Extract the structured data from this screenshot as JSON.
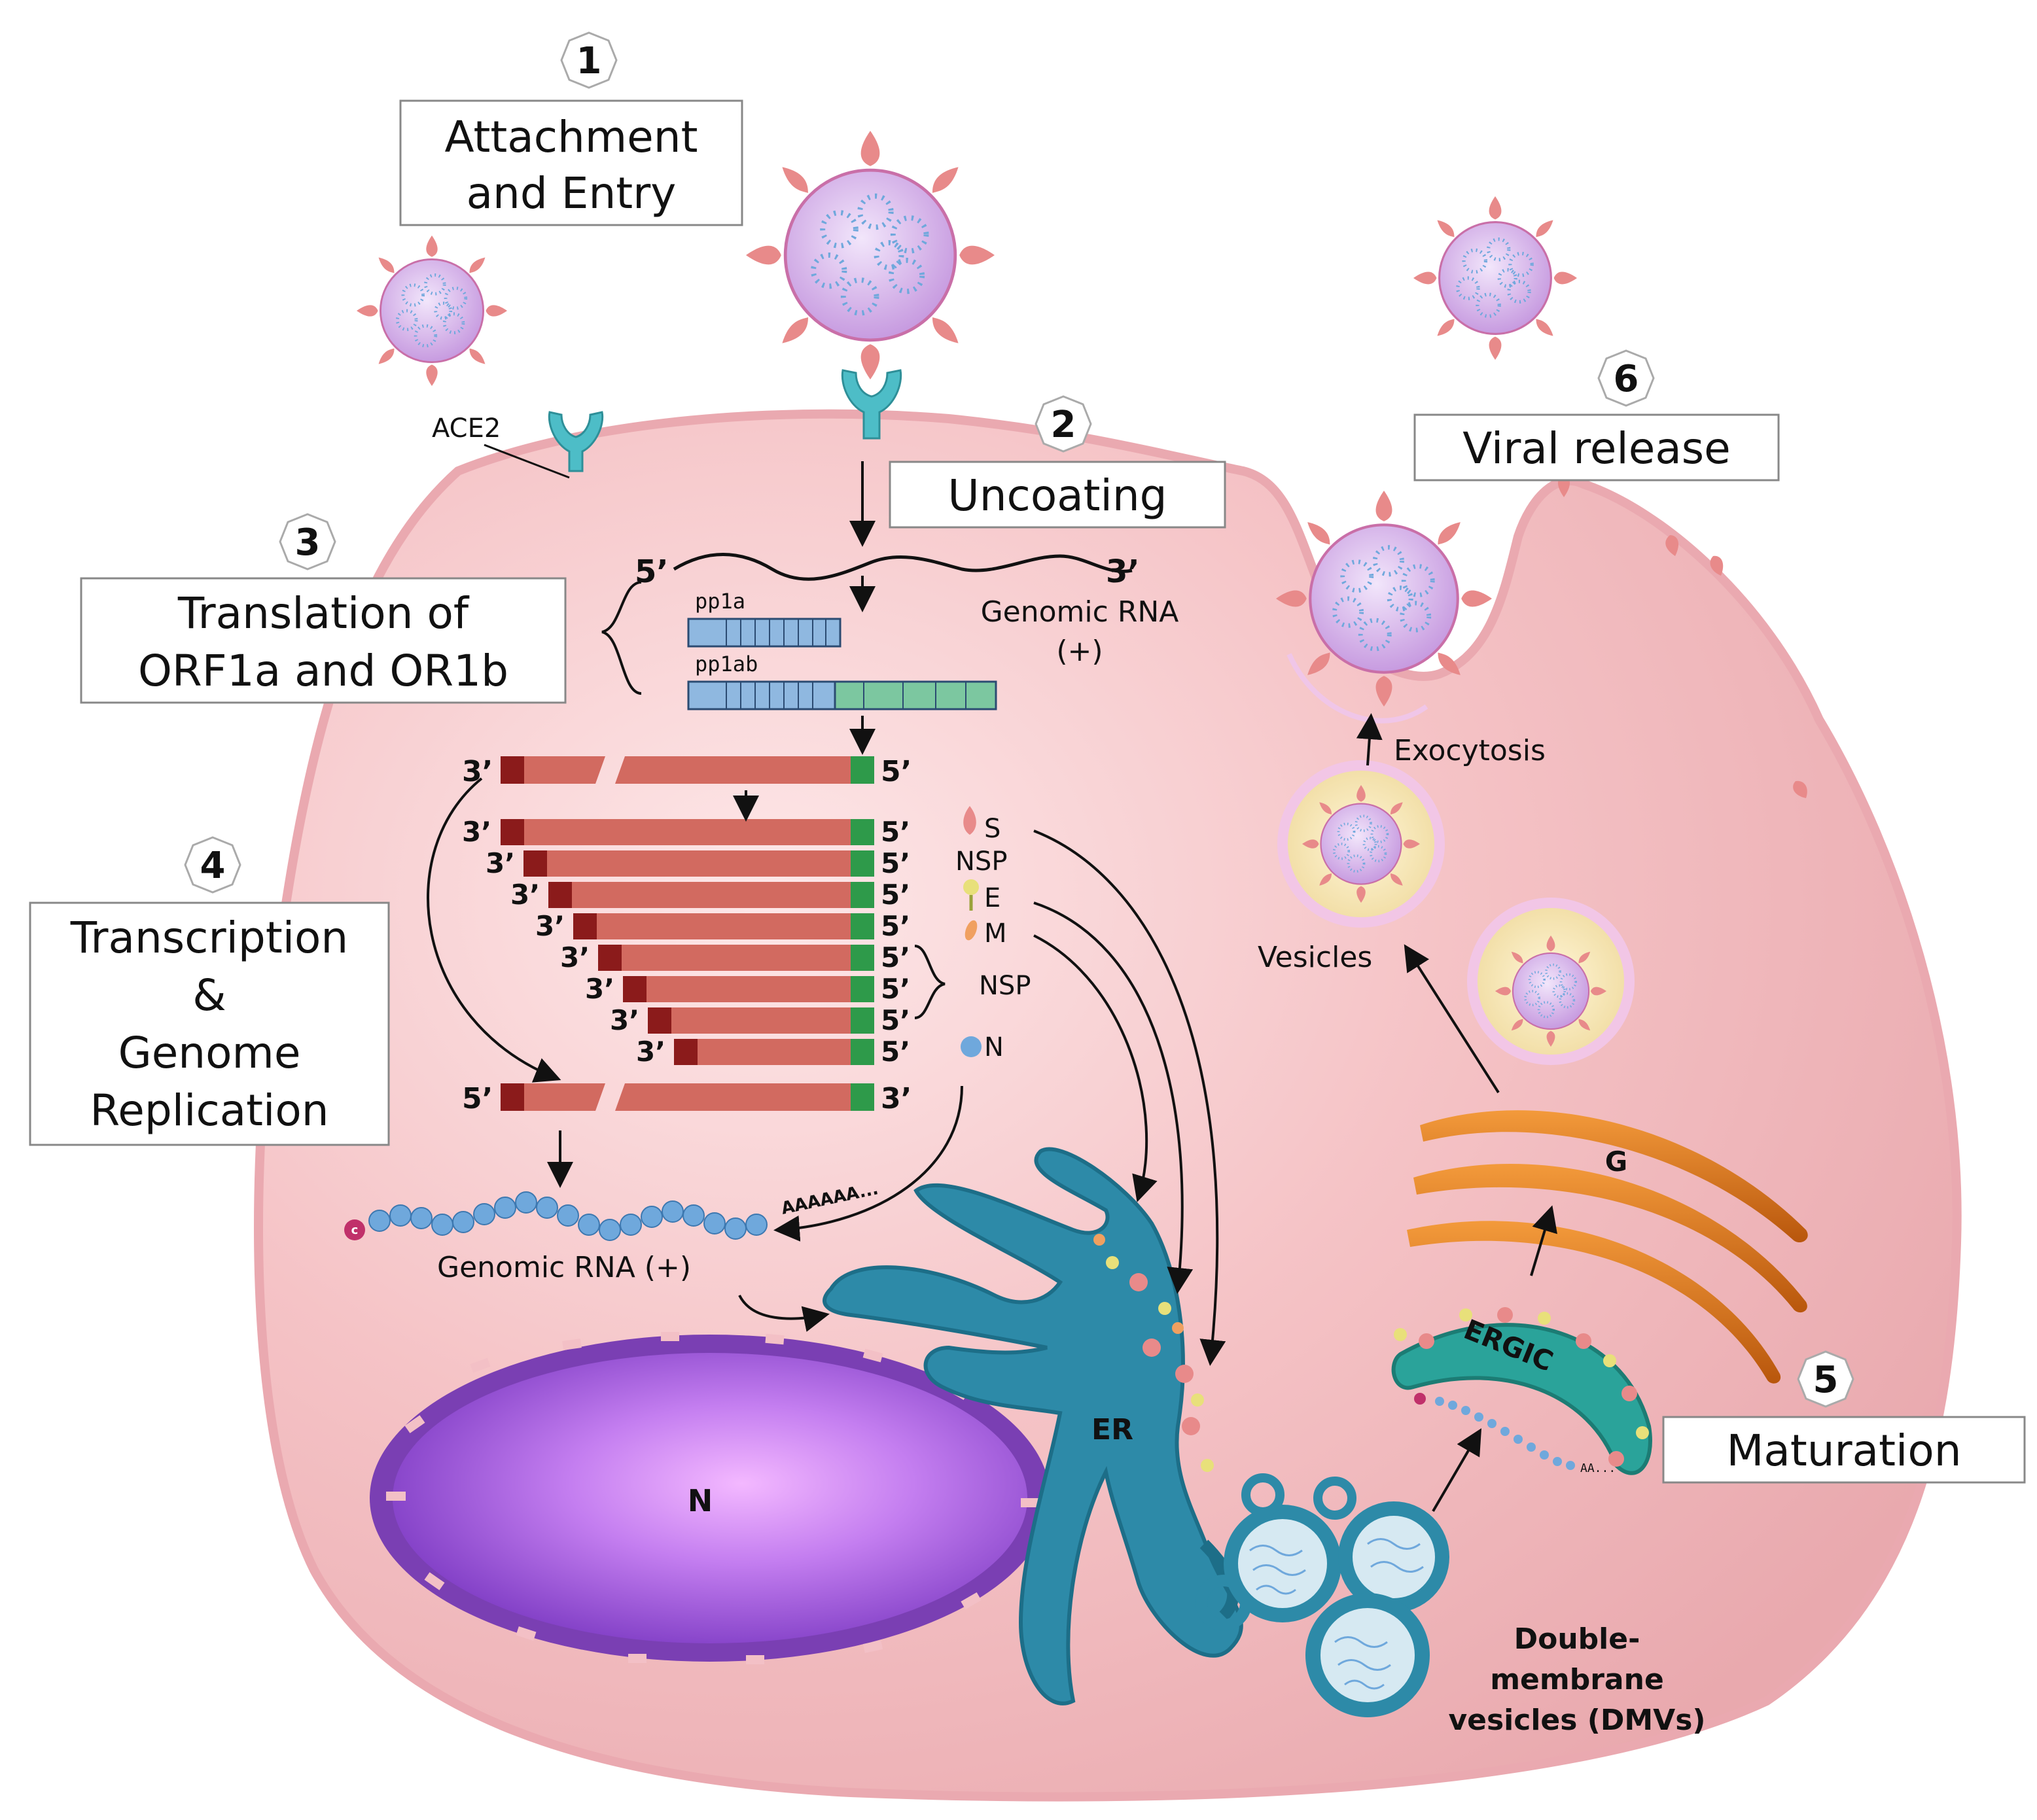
{
  "steps": {
    "s1": {
      "num": "1",
      "title_l1": "Attachment",
      "title_l2": "and Entry"
    },
    "s2": {
      "num": "2",
      "title": "Uncoating"
    },
    "s3": {
      "num": "3",
      "title_l1": "Translation of",
      "title_l2": "ORF1a and OR1b"
    },
    "s4": {
      "num": "4",
      "title_l1": "Transcription",
      "title_l2": "&",
      "title_l3": "Genome",
      "title_l4": "Replication"
    },
    "s5": {
      "num": "5",
      "title": "Maturation"
    },
    "s6": {
      "num": "6",
      "title": "Viral release"
    }
  },
  "labels": {
    "ace2": "ACE2",
    "five_prime": "5’",
    "three_prime": "3’",
    "genomic_rna_l1": "Genomic RNA",
    "genomic_rna_l2": "(+)",
    "pp1a": "pp1a",
    "pp1ab": "pp1ab",
    "protein_s": "S",
    "protein_nsp": "NSP",
    "protein_e": "E",
    "protein_m": "M",
    "protein_nsp2": "NSP",
    "protein_n": "N",
    "polya": "AAAAAA...",
    "cap": "c",
    "genomic_rna_plus": "Genomic RNA (+)",
    "er": "ER",
    "nucleus": "N",
    "golgi": "G",
    "ergic": "ERGIC",
    "ergic_polya": "AA...",
    "dmv_l1": "Double-",
    "dmv_l2": "membrane",
    "dmv_l3": "vesicles (DMVs)",
    "vesicles": "Vesicles",
    "exocytosis": "Exocytosis"
  },
  "colors": {
    "cell": "#f5c2c4",
    "cell_edge": "#e9a4ab",
    "rna_strand": "#d26a60",
    "rna_cap_dark": "#8b1b1b",
    "rna_end_green": "#2e9a4a",
    "pp1a": "#8fb8e0",
    "pp1ab_green": "#7cc7a0",
    "er": "#2d8aa8",
    "nucleus": "#b770e6",
    "golgi": "#e07a1f",
    "ergic": "#2aa39a",
    "virion": "#d9b8e8",
    "spike": "#e88a8a",
    "rna_bead": "#6fa8dc"
  }
}
